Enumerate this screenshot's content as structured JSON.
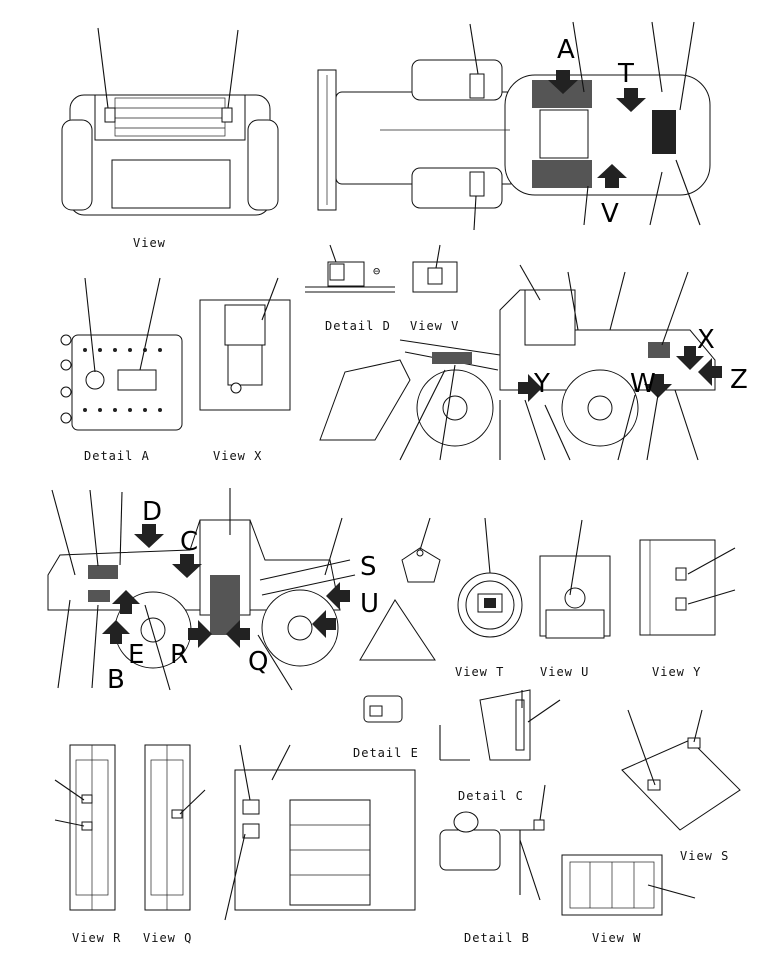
{
  "views": {
    "view_front": "View",
    "detail_d": "Detail D",
    "view_v": "View V",
    "detail_a": "Detail A",
    "view_x": "View X",
    "view_t": "View T",
    "view_u": "View U",
    "view_y": "View Y",
    "detail_e": "Detail E",
    "detail_c": "Detail C",
    "view_s": "View S",
    "view_r": "View R",
    "view_q": "View Q",
    "detail_b": "Detail B",
    "view_w": "View W"
  },
  "markers": {
    "a": "A",
    "t": "T",
    "v": "V",
    "x": "X",
    "z": "Z",
    "y": "Y",
    "w": "W",
    "d": "D",
    "c": "C",
    "s": "S",
    "u": "U",
    "b": "B",
    "e": "E",
    "r": "R",
    "q": "Q"
  },
  "symbols": {
    "minus": "⊖"
  }
}
